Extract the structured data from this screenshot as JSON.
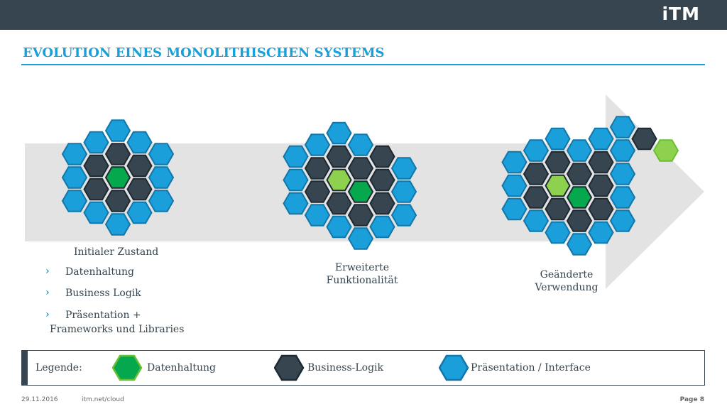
{
  "header": {
    "logo": "iTM"
  },
  "title": "EVOLUTION EINES MONOLITHISCHEN SYSTEMS",
  "stages": {
    "initial": {
      "label": "Initialer Zustand",
      "bullets": [
        "Datenhaltung",
        "Business Logik",
        "Präsentation +",
        "Frameworks und Libraries"
      ]
    },
    "extended": {
      "line1": "Erweiterte",
      "line2": "Funktionalität"
    },
    "changed": {
      "line1": "Geänderte",
      "line2": "Verwendung"
    }
  },
  "legend": {
    "label": "Legende:",
    "items": [
      {
        "label": "Datenhaltung",
        "color": "#06a84e"
      },
      {
        "label": "Business-Logik",
        "color": "#36454f"
      },
      {
        "label": "Präsentation / Interface",
        "color": "#1a9fdb"
      }
    ]
  },
  "colors": {
    "data": "#06a84e",
    "data_new": "#8dd14f",
    "logic": "#36454f",
    "presentation": "#1a9fdb",
    "arrow": "#e3e3e3",
    "accent": "#1aa0d8"
  },
  "footer": {
    "date": "29.11.2016",
    "url": "itm.net/cloud",
    "page": "Page 8"
  }
}
